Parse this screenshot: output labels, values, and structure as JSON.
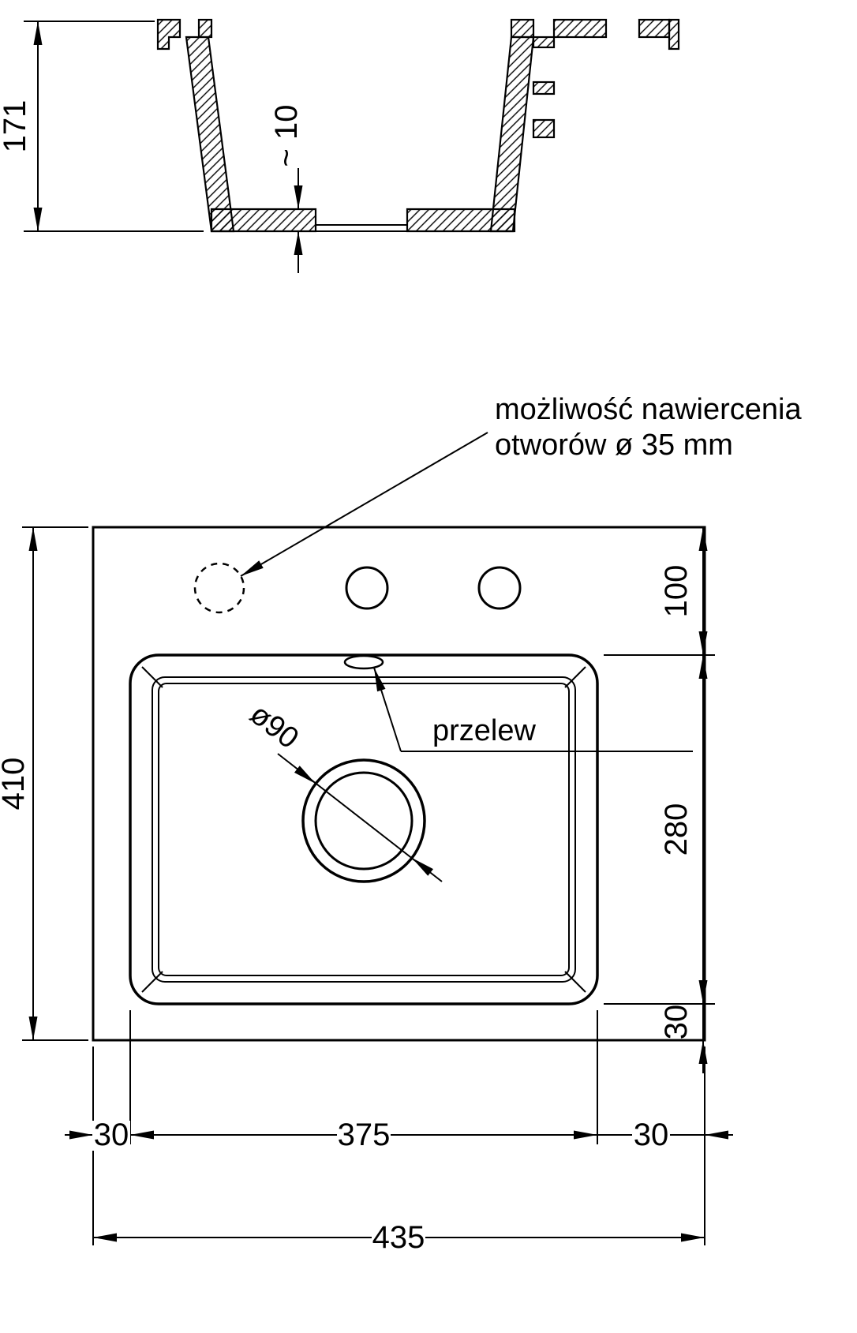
{
  "section_view": {
    "dim_height": "171",
    "dim_bottom_thickness": "~ 10"
  },
  "plan_view": {
    "drill_note_line1": "możliwość nawiercenia",
    "drill_note_line2": "otworów ø 35 mm",
    "overflow_label": "przelew",
    "drain_diameter_label": "ø90",
    "dims": {
      "total_height": "410",
      "top_to_bowl": "100",
      "bowl_height": "280",
      "bowl_to_bottom": "30",
      "left_margin": "30",
      "bowl_width": "375",
      "right_margin": "30",
      "total_width": "435"
    }
  },
  "colors": {
    "line": "#000000",
    "background": "#ffffff"
  }
}
